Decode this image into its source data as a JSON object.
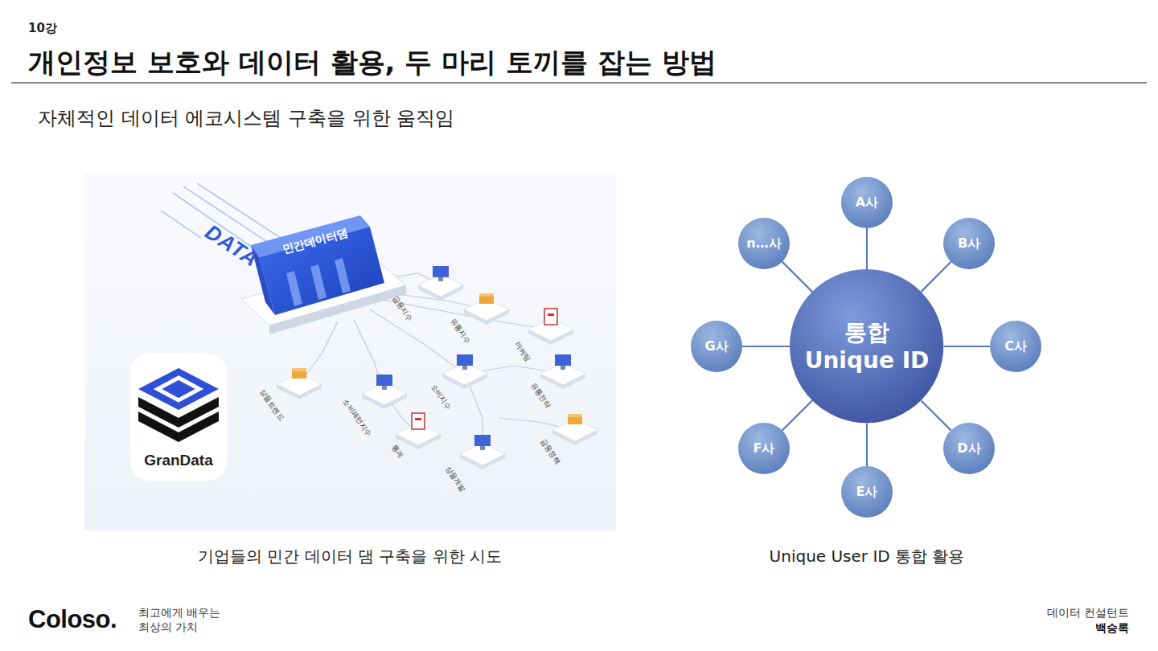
{
  "diagram": {
    "title": "개인정보 보호와 데이터 활용, 두 마리 토끼를 잡는 방법",
    "nodes": [
      {
        "text": [
          "통합 Unique ID"
        ]
      },
      {
        "text": [
          "A사"
        ]
      },
      {
        "text": [
          "B사"
        ]
      },
      {
        "text": [
          "C사"
        ]
      },
      {
        "text": [
          "D사"
        ]
      },
      {
        "text": [
          "E사"
        ]
      },
      {
        "text": [
          "F사"
        ]
      },
      {
        "text": [
          "G사"
        ]
      },
      {
        "text": [
          "n…사"
        ]
      }
    ],
    "edges": [
      {
        "from": 0,
        "to": 1,
        "arrow": "none"
      },
      {
        "from": 0,
        "to": 2,
        "arrow": "none"
      },
      {
        "from": 0,
        "to": 3,
        "arrow": "none"
      },
      {
        "from": 0,
        "to": 4,
        "arrow": "none"
      },
      {
        "from": 0,
        "to": 5,
        "arrow": "none"
      },
      {
        "from": 0,
        "to": 6,
        "arrow": "none"
      },
      {
        "from": 0,
        "to": 7,
        "arrow": "none"
      },
      {
        "from": 0,
        "to": 8,
        "arrow": "none"
      }
    ],
    "labels": [
      "10강",
      "자체적인 데이터 에코시스템 구축을 위한 움직임",
      "DATA",
      "민간데이터댐",
      "금융지수",
      "유통지수",
      "마케팅",
      "소비지수",
      "유통전략",
      "상품트렌드",
      "소비패턴지수",
      "통계",
      "상품개발",
      "금융정책",
      "GranData",
      "기업들의 민간 데이터 댐 구축을 위한 시도",
      "Unique User ID 통합 활용",
      "Coloso.",
      "최고에게 배우는 최상의 가치",
      "데이터 컨설턴트",
      "백승록"
    ]
  }
}
